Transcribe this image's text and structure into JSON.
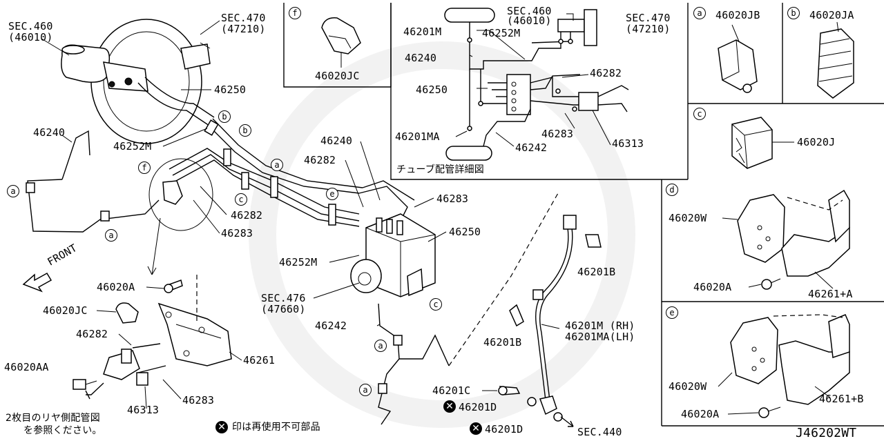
{
  "diagram": {
    "ref_code": "J46202WT",
    "front_label": "FRONT",
    "note_reuse": "印は再使用不可部品",
    "note_rear": [
      "2枚目のリヤ側配管図",
      "を参照ください。"
    ],
    "tube_detail_title": "チューブ配管詳細図",
    "main_labels": {
      "sec460": "SEC.460",
      "sec460_sub": "(46010)",
      "sec470": "SEC.470",
      "sec470_sub": "(47210)",
      "p46250_a": "46250",
      "p46240_a": "46240",
      "p46252M_a": "46252M",
      "p46282_a": "46282",
      "p46283_a": "46283",
      "p46240_b": "46240",
      "p46282_b": "46282",
      "p46283_b": "46283",
      "p46250_b": "46250",
      "p46252M_b": "46252M",
      "sec476": "SEC.476",
      "sec476_sub": "(47660)",
      "p46242": "46242",
      "p46020A": "46020A",
      "p46020JC_a": "46020JC",
      "p46282_c": "46282",
      "p46020AA": "46020AA",
      "p46313": "46313",
      "p46283_c": "46283",
      "p46261": "46261",
      "p46201B_a": "46201B",
      "p46201B_b": "46201B",
      "p46201M_RH": "46201M (RH)",
      "p46201MA_LH": "46201MA(LH)",
      "p46201C": "46201C",
      "p46201D_a": "46201D",
      "p46201D_b": "46201D",
      "sec440": "SEC.440"
    },
    "detail_f": {
      "tag": "f",
      "label": "46020JC"
    },
    "tube_labels": {
      "sec460": "SEC.460",
      "sec460_sub": "(46010)",
      "sec470": "SEC.470",
      "sec470_sub": "(47210)",
      "p46201M": "46201M",
      "p46252M": "46252M",
      "p46240": "46240",
      "p46282": "46282",
      "p46250": "46250",
      "p46283": "46283",
      "p46201MA": "46201MA",
      "p46242": "46242",
      "p46313": "46313"
    },
    "clips": {
      "a": {
        "tag": "a",
        "label": "46020JB"
      },
      "b": {
        "tag": "b",
        "label": "46020JA"
      },
      "c": {
        "tag": "c",
        "label": "46020J"
      },
      "d": {
        "tag": "d",
        "w": "46020W",
        "a": "46020A",
        "bracket": "46261+A"
      },
      "e": {
        "tag": "e",
        "w": "46020W",
        "a": "46020A",
        "bracket": "46261+B"
      }
    },
    "markers": {
      "a": "a",
      "b": "b",
      "c": "c",
      "e": "e",
      "f": "f"
    },
    "x_symbol": "✕"
  }
}
